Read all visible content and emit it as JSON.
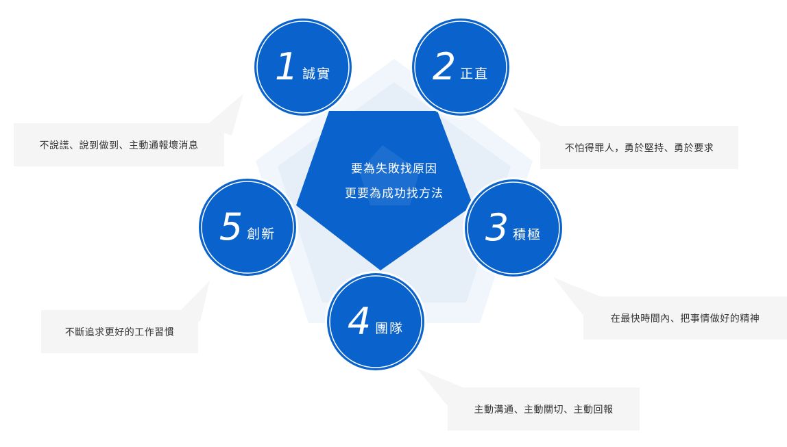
{
  "center": {
    "line1": "要為失敗找原因",
    "line2": "更要為成功找方法"
  },
  "values": [
    {
      "num": "1",
      "label": "誠實",
      "desc": "不說謊、說到做到、主動通報壞消息"
    },
    {
      "num": "2",
      "label": "正直",
      "desc": "不怕得罪人，勇於堅持、勇於要求"
    },
    {
      "num": "3",
      "label": "積極",
      "desc": "在最快時間內、把事情做好的精神"
    },
    {
      "num": "4",
      "label": "團隊",
      "desc": "主動溝通、主動關切、主動回報"
    },
    {
      "num": "5",
      "label": "創新",
      "desc": "不斷追求更好的工作習慣"
    }
  ],
  "colors": {
    "primary": "#0a63cc",
    "ring": "#d7e4f3",
    "halo": "#f2f6fb",
    "callout": "#f5f5f5"
  }
}
